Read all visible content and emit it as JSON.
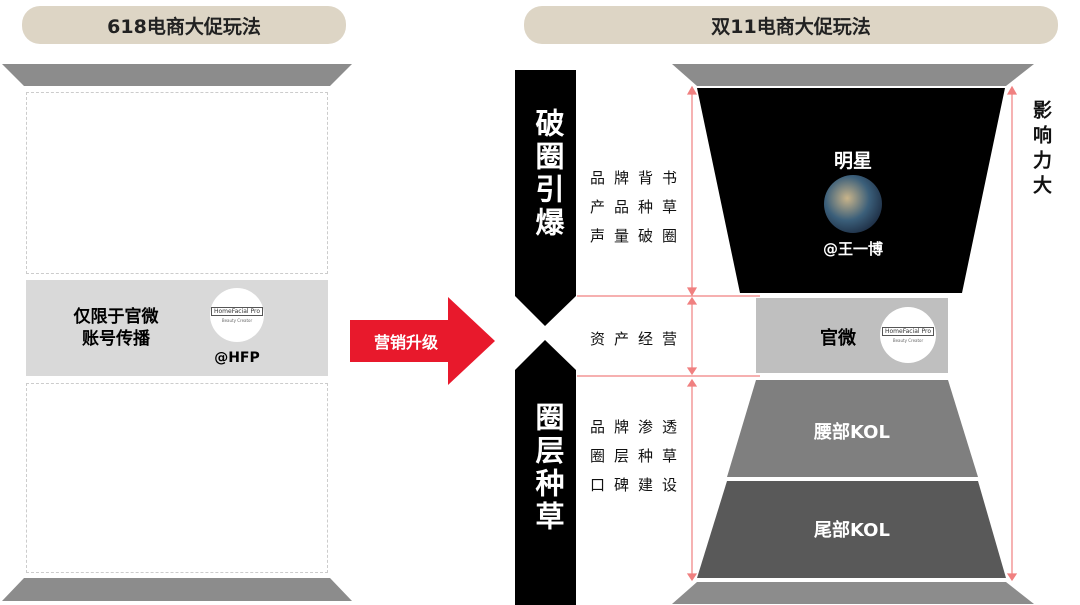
{
  "left": {
    "title": "618电商大促玩法",
    "box_text_1": "仅限于官微",
    "box_text_2": "账号传播",
    "logo_text": "HomeFacial Pro",
    "logo_sub": "Beauty Creator",
    "handle": "@HFP"
  },
  "arrow": {
    "label": "营销升级"
  },
  "right": {
    "title": "双11电商大促玩法",
    "phase_top": "破圈引爆",
    "phase_bottom": "圈层种草",
    "top_items": [
      "品牌背书",
      "产品种草",
      "声量破圈"
    ],
    "middle_item": "资产经营",
    "bottom_items": [
      "品牌渗透",
      "圈层种草",
      "口碑建设"
    ],
    "star_label": "明星",
    "star_handle": "@王一博",
    "official_label": "官微",
    "logo_text": "HomeFacial Pro",
    "logo_sub": "Beauty Creator",
    "mid_kol": "腰部KOL",
    "tail_kol": "尾部KOL",
    "influence": "影响力大"
  },
  "colors": {
    "accent": "#e8192c",
    "pill": "#ddd5c5"
  }
}
